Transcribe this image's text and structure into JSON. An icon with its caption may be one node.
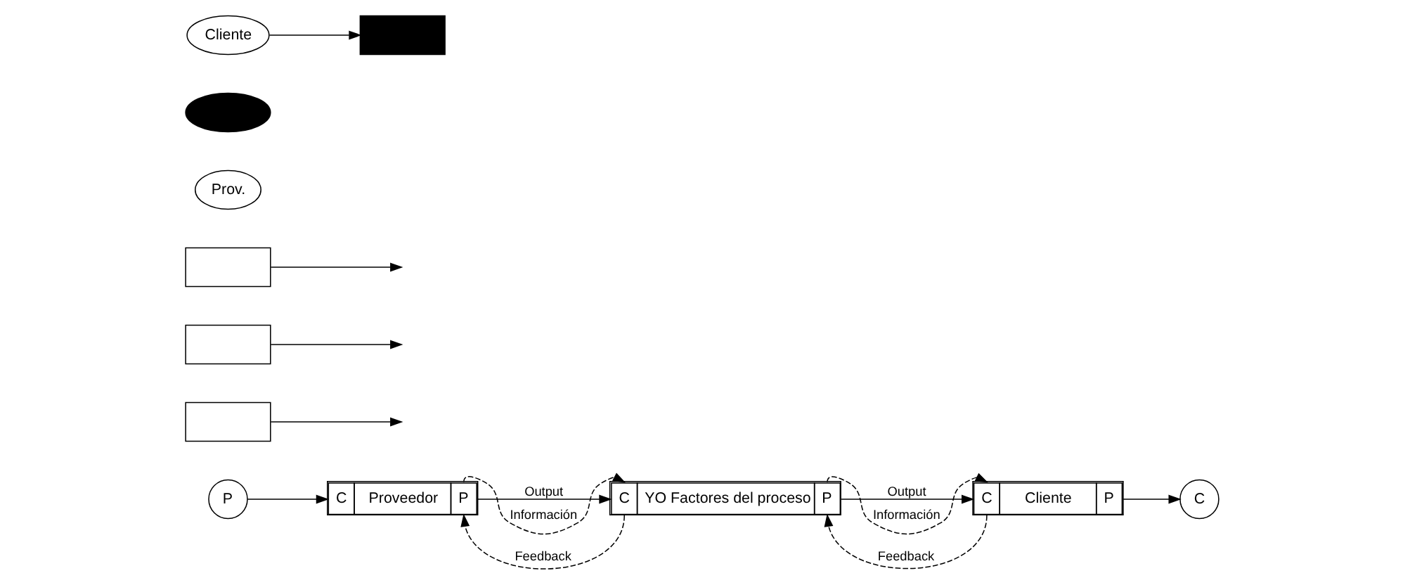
{
  "diagram": {
    "nodes": [
      {
        "text": [
          "P"
        ]
      },
      {
        "text": [
          "C",
          "Proveedor",
          "P"
        ]
      },
      {
        "text": [
          "C",
          "YO Factores del proceso",
          "P"
        ]
      },
      {
        "text": [
          "C",
          "Cliente",
          "P"
        ]
      },
      {
        "text": [
          "C"
        ]
      },
      {
        "text": [],
        "shape": "box"
      },
      {
        "text": [],
        "shape": "box"
      },
      {
        "text": [],
        "shape": "box"
      },
      {
        "text": [
          "Prov."
        ]
      },
      {
        "text": [],
        "shape": "ellipse"
      },
      {
        "text": [
          "Cliente"
        ]
      },
      {
        "text": [],
        "shape": "box"
      }
    ],
    "edges": [
      {
        "from": 0,
        "to": 1,
        "arrow": "to"
      },
      {
        "from": 1,
        "to": 2,
        "arrow": "to",
        "label": "Output"
      },
      {
        "from": 2,
        "to": 3,
        "arrow": "to",
        "label": "Output"
      },
      {
        "from": 3,
        "to": 4,
        "arrow": "to"
      },
      {
        "from": 1,
        "to": 2,
        "arrow": "to",
        "label": "Información",
        "style": "dashed"
      },
      {
        "from": 2,
        "to": 3,
        "arrow": "to",
        "label": "Información",
        "style": "dashed"
      },
      {
        "from": 2,
        "to": 1,
        "arrow": "to",
        "label": "Feedback",
        "style": "dashed"
      },
      {
        "from": 3,
        "to": 2,
        "arrow": "to",
        "label": "Feedback",
        "style": "dashed"
      },
      {
        "from": 5,
        "to": null,
        "arrow": "to"
      },
      {
        "from": 6,
        "to": null,
        "arrow": "to"
      },
      {
        "from": 7,
        "to": null,
        "arrow": "to"
      },
      {
        "from": 10,
        "to": 11,
        "arrow": "to"
      }
    ]
  }
}
